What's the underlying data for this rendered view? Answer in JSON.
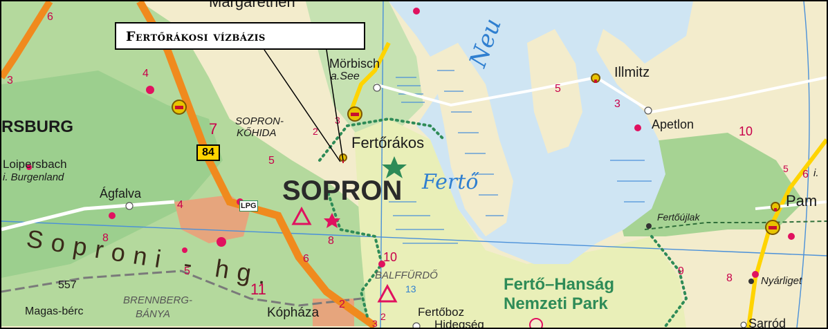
{
  "callout": {
    "title": "Fertőrákosi vízbázis"
  },
  "labels": {
    "margarethen": "Margarethen",
    "morbisch": "Mörbisch",
    "a_see": "a.See",
    "illmitz": "Illmitz",
    "rsburg": "RSBURG",
    "sopron_kohida_1": "SOPRON-",
    "sopron_kohida_2": "KŐHIDA",
    "fertorakos": "Fertőrákos",
    "apetlon": "Apetlon",
    "loipersbach": "Loipersbach",
    "burgenland": "i. Burgenland",
    "sopron": "SOPRON",
    "ferto": "Fertő",
    "neu": "Neu",
    "agfalva": "Ágfalva",
    "lpg": "LPG",
    "pam": "Pam",
    "fertoujlak": "Fertőújlak",
    "soproni_hg": "Soproni - hg.",
    "balffurdo": "BALFFÜRDŐ",
    "ferto_hansag_1": "Fertő–Hanság",
    "ferto_hansag_2": "Nemzeti Park",
    "nyarliget": "Nyárliget",
    "height_557": "557",
    "brennberg_1": "BRENNBERG-",
    "brennberg_2": "BÁNYA",
    "magas_berc": "Magas-bérc",
    "kophaza": "Kópháza",
    "fertoboz": "Fertőboz",
    "hidegseg": "Hidegség",
    "sarrod": "Sarród",
    "route_84": "84",
    "route_i": "i."
  },
  "numbers": {
    "n6": "6",
    "n4": "4",
    "n3a": "3",
    "n3b": "3",
    "n2a": "2",
    "n7": "7",
    "n5a": "5",
    "n5b": "5",
    "n3c": "3",
    "n10a": "10",
    "n5c": "5",
    "n4b": "4",
    "n8a": "8",
    "n8b": "8",
    "n6b": "6",
    "n10b": "10",
    "n5d": "5",
    "n11": "11",
    "n9": "9",
    "n8c": "8",
    "n6c": "6",
    "n2b": "2",
    "n13": "13",
    "n2c": "2",
    "n3d": "3"
  },
  "colors": {
    "forest": "#9ccf8e",
    "field": "#f3eccc",
    "lake": "#cfe5f3",
    "water_line": "#4a90d9",
    "motorway": "#f08a1e",
    "main_road": "#ffd400",
    "town": "#e6a57d",
    "park_border": "#2e8b57",
    "red_point": "#e0115f"
  },
  "icons": [
    "toll-icon",
    "star-icon",
    "campsite-icon",
    "point-of-interest-icon",
    "route-shield-icon"
  ]
}
